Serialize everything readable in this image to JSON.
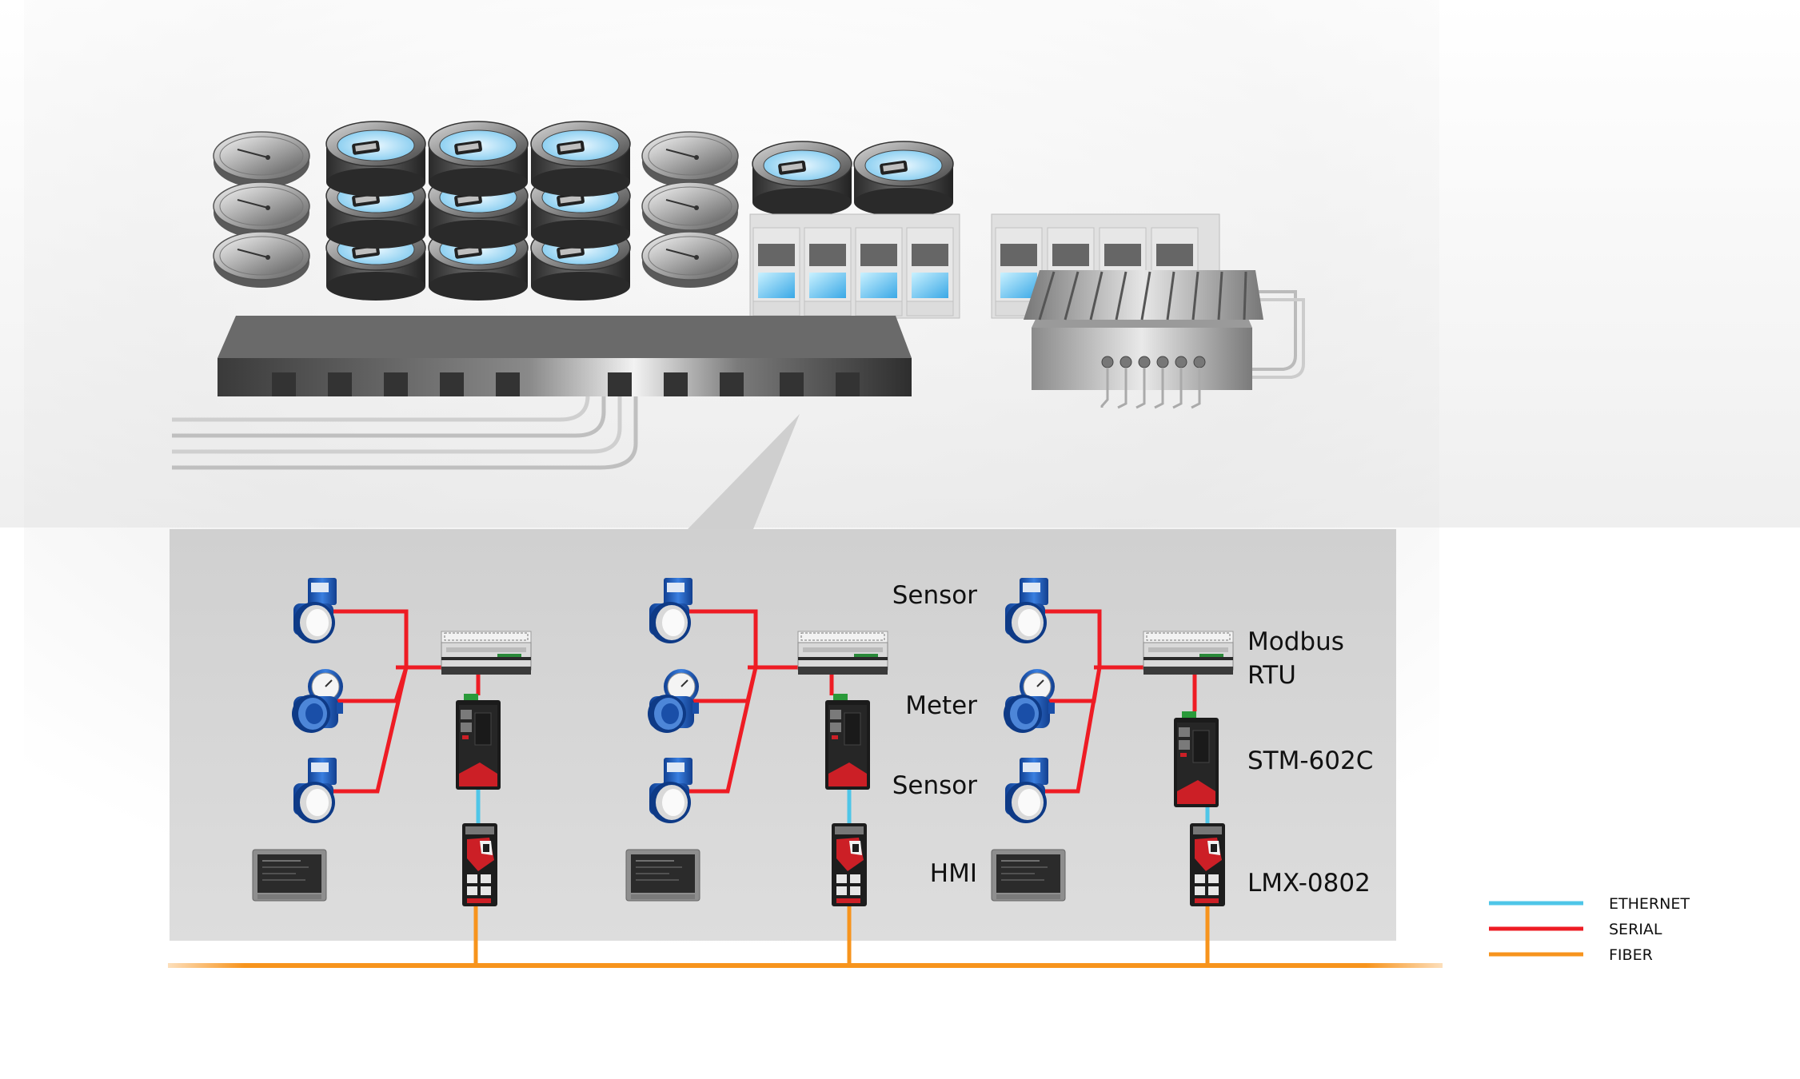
{
  "labels": {
    "sensor_top": "Sensor",
    "meter": "Meter",
    "sensor_bottom": "Sensor",
    "hmi": "HMI",
    "modbus_line1": "Modbus",
    "modbus_line2": "RTU",
    "stm": "STM-602C",
    "lmx": "LMX-0802"
  },
  "legend": [
    {
      "label": "ETHERNET",
      "color": "#4fc6e8"
    },
    {
      "label": "SERIAL",
      "color": "#ee1c24"
    },
    {
      "label": "FIBER",
      "color": "#f7941d"
    }
  ],
  "colors": {
    "ethernet": "#4fc6e8",
    "serial": "#ee1c24",
    "fiber": "#f7941d",
    "device_blue": "#1f5fc4",
    "panel_gray": "#d6d6d6",
    "switch_red": "#cc1f26"
  },
  "icons": [
    "circular-tank-icon",
    "manifold-icon",
    "filter-bed-icon",
    "heat-exchanger-icon",
    "flow-sensor-icon",
    "flow-meter-icon",
    "modbus-rtu-icon",
    "stm-602c-converter-icon",
    "lmx-0802-switch-icon",
    "hmi-panel-icon"
  ]
}
